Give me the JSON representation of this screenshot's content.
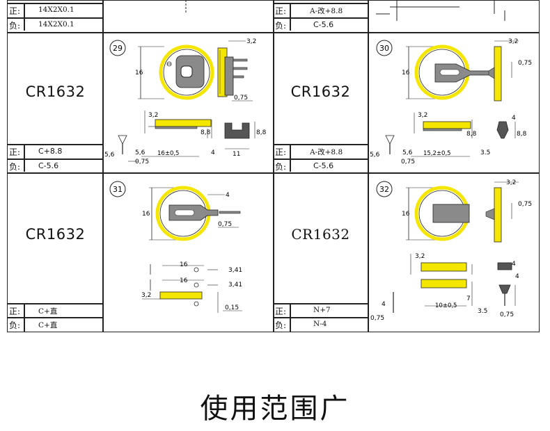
{
  "rows_top": [
    {
      "pos": "正:",
      "pos_val": "14X2X0.1",
      "neg": "负:",
      "neg_val": "14X2X0.1"
    },
    {
      "pos": "正:",
      "pos_val": "A-改+8.8",
      "neg": "负:",
      "neg_val": "C-5.6"
    }
  ],
  "cells": [
    {
      "number": "29",
      "model": "CR1632",
      "pos_key": "正:",
      "pos_val": "C+8.8",
      "neg_key": "负:",
      "neg_val": "C-5.6",
      "dims": {
        "top": "3,2",
        "dia": "16",
        "side": "0,75",
        "h1": "3,2",
        "h2": "8,8",
        "h3": "8,8",
        "pin": "5,6",
        "pitch": "5,6",
        "span": "16±0,5",
        "lead": "4",
        "w": "11",
        "t": "0,75"
      }
    },
    {
      "number": "30",
      "model": "CR1632",
      "pos_key": "正:",
      "pos_val": "A-改+8.8",
      "neg_key": "负:",
      "neg_val": "C-5.6",
      "dims": {
        "top": "3,2",
        "dia": "16",
        "side": "0,75",
        "h1": "3,2",
        "h2": "8,8",
        "h3": "8,8",
        "pin": "5,6",
        "pitch": "5,6",
        "span": "15,2±0,5",
        "lead": "4",
        "w": "3.5",
        "t": "0,75"
      }
    },
    {
      "number": "31",
      "model": "CR1632",
      "pos_key": "正:",
      "pos_val": "C+直",
      "neg_key": "负:",
      "neg_val": "C+直",
      "dims": {
        "top": "4",
        "dia": "16",
        "side": "0,75",
        "s1": "16",
        "s2": "16",
        "h1": "3,41",
        "h2": "3,41",
        "t": "3,2",
        "b": "0,15"
      }
    },
    {
      "number": "32",
      "model": "CR1632",
      "pos_key": "正:",
      "pos_val": "N+7",
      "neg_key": "负:",
      "neg_val": "N-4",
      "dims": {
        "top": "3,2",
        "dia": "16",
        "side": "0,75",
        "h1": "3,2",
        "w": "4",
        "w2": "4",
        "lead": "4",
        "span": "10±0,5",
        "t": "0,75",
        "w3": "3.5",
        "t2": "0,75",
        "h2": "7"
      }
    }
  ],
  "footer": {
    "title": "使用范围广"
  },
  "colors": {
    "yellow": "#f5e600",
    "gray": "#8a8a8a",
    "line": "#222222"
  }
}
